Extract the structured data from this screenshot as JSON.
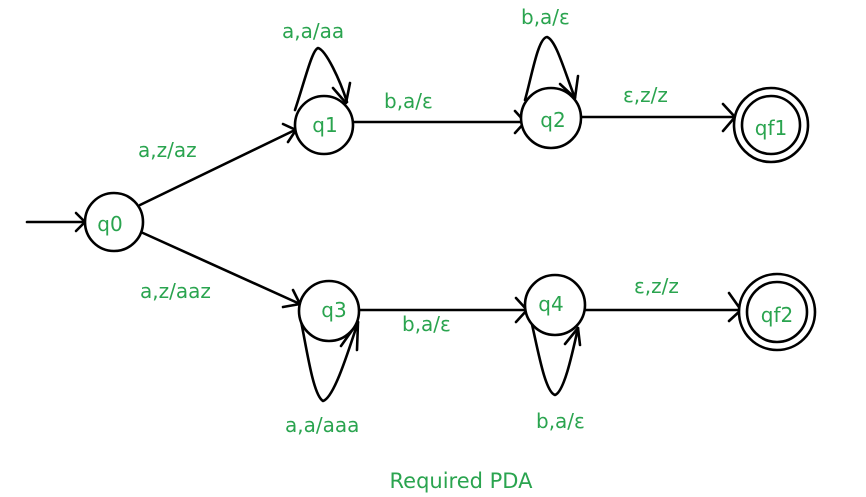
{
  "diagram": {
    "caption": "Required PDA",
    "label_color": "#2aa44f",
    "line_color": "#000000",
    "start_state": "q0",
    "states": [
      {
        "id": "q0",
        "label": "q0",
        "accepting": false
      },
      {
        "id": "q1",
        "label": "q1",
        "accepting": false
      },
      {
        "id": "q2",
        "label": "q2",
        "accepting": false
      },
      {
        "id": "qf1",
        "label": "qf1",
        "accepting": true
      },
      {
        "id": "q3",
        "label": "q3",
        "accepting": false
      },
      {
        "id": "q4",
        "label": "q4",
        "accepting": false
      },
      {
        "id": "qf2",
        "label": "qf2",
        "accepting": true
      }
    ],
    "transitions": [
      {
        "from": "q0",
        "to": "q1",
        "label": "a,z/az"
      },
      {
        "from": "q1",
        "to": "q1",
        "label": "a,a/aa"
      },
      {
        "from": "q1",
        "to": "q2",
        "label": "b,a/ε"
      },
      {
        "from": "q2",
        "to": "q2",
        "label": "b,a/ε"
      },
      {
        "from": "q2",
        "to": "qf1",
        "label": "ε,z/z"
      },
      {
        "from": "q0",
        "to": "q3",
        "label": "a,z/aaz"
      },
      {
        "from": "q3",
        "to": "q3",
        "label": "a,a/aaa"
      },
      {
        "from": "q3",
        "to": "q4",
        "label": "b,a/ε"
      },
      {
        "from": "q4",
        "to": "q4",
        "label": "b,a/ε"
      },
      {
        "from": "q4",
        "to": "qf2",
        "label": "ε,z/z"
      }
    ]
  }
}
